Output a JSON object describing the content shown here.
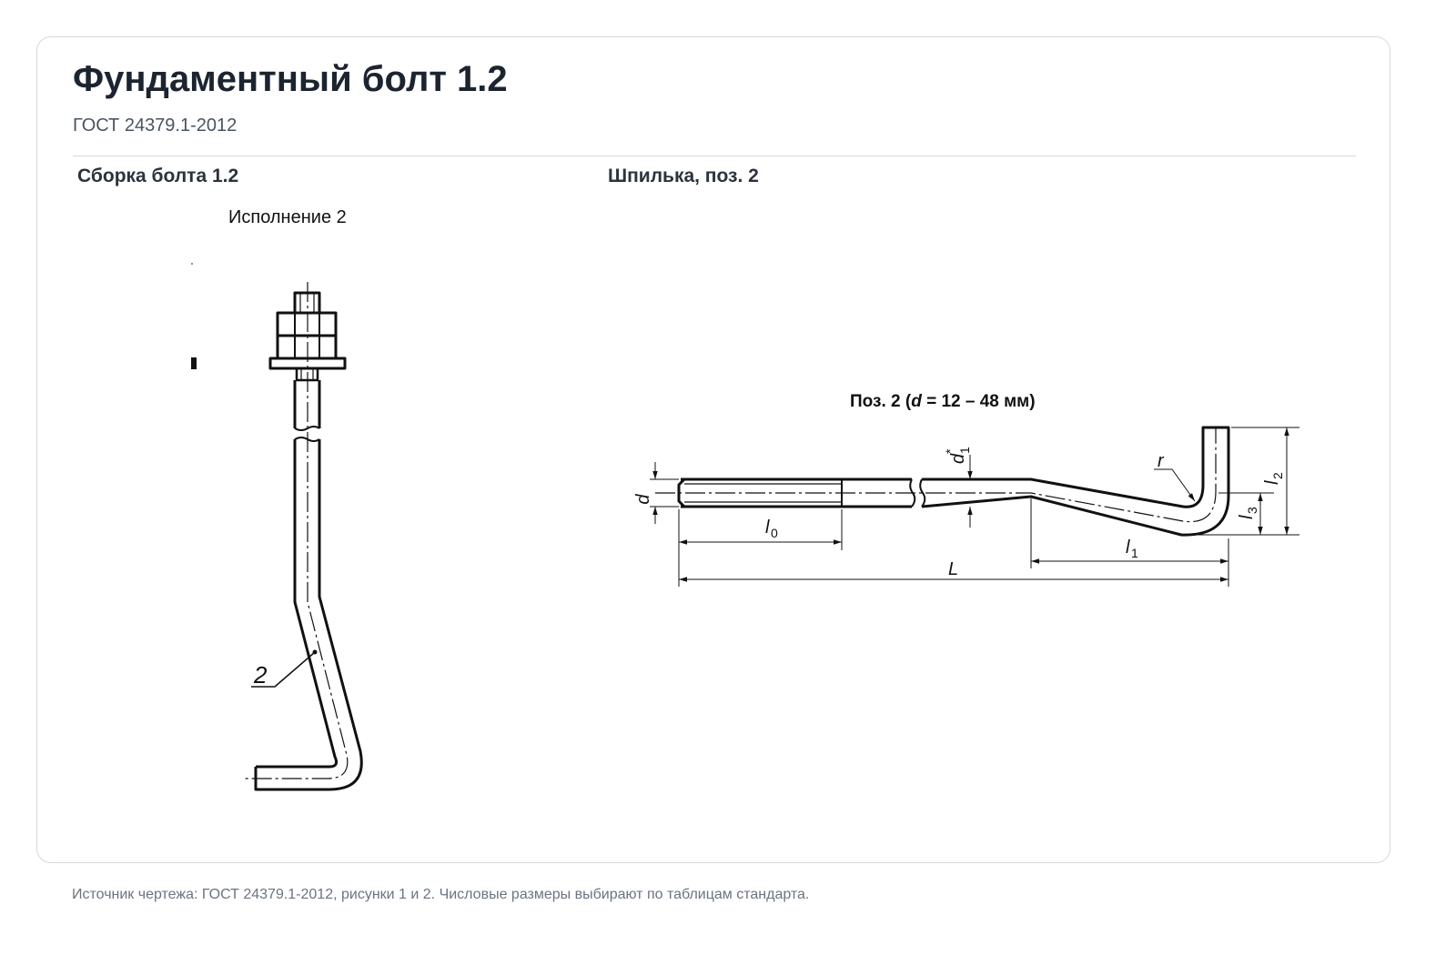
{
  "header": {
    "title": "Фундаментный болт 1.2",
    "subtitle": "ГОСТ 24379.1-2012"
  },
  "left_panel": {
    "title": "Сборка болта 1.2",
    "variant": "Исполнение 2",
    "callout": "2"
  },
  "right_panel": {
    "title": "Шпилька, поз. 2",
    "position_label_prefix": "Поз. 2 (",
    "position_label_var": "d",
    "position_label_suffix": " = 12 – 48 мм)",
    "dimensions": {
      "d": "d",
      "d1": "d",
      "d1_sub": "1",
      "d1_star": "*",
      "l0": "l",
      "l0_sub": "0",
      "L": "L",
      "l1": "l",
      "l1_sub": "1",
      "l2": "l",
      "l2_sub": "2",
      "l3": "l",
      "l3_sub": "3",
      "r": "r"
    }
  },
  "footer": {
    "note": "Источник чертежа: ГОСТ 24379.1-2012, рисунки 1 и 2. Числовые размеры выбирают по таблицам стандарта."
  },
  "colors": {
    "ink": "#111111",
    "border": "#d6d9de",
    "muted": "#6b7480"
  }
}
